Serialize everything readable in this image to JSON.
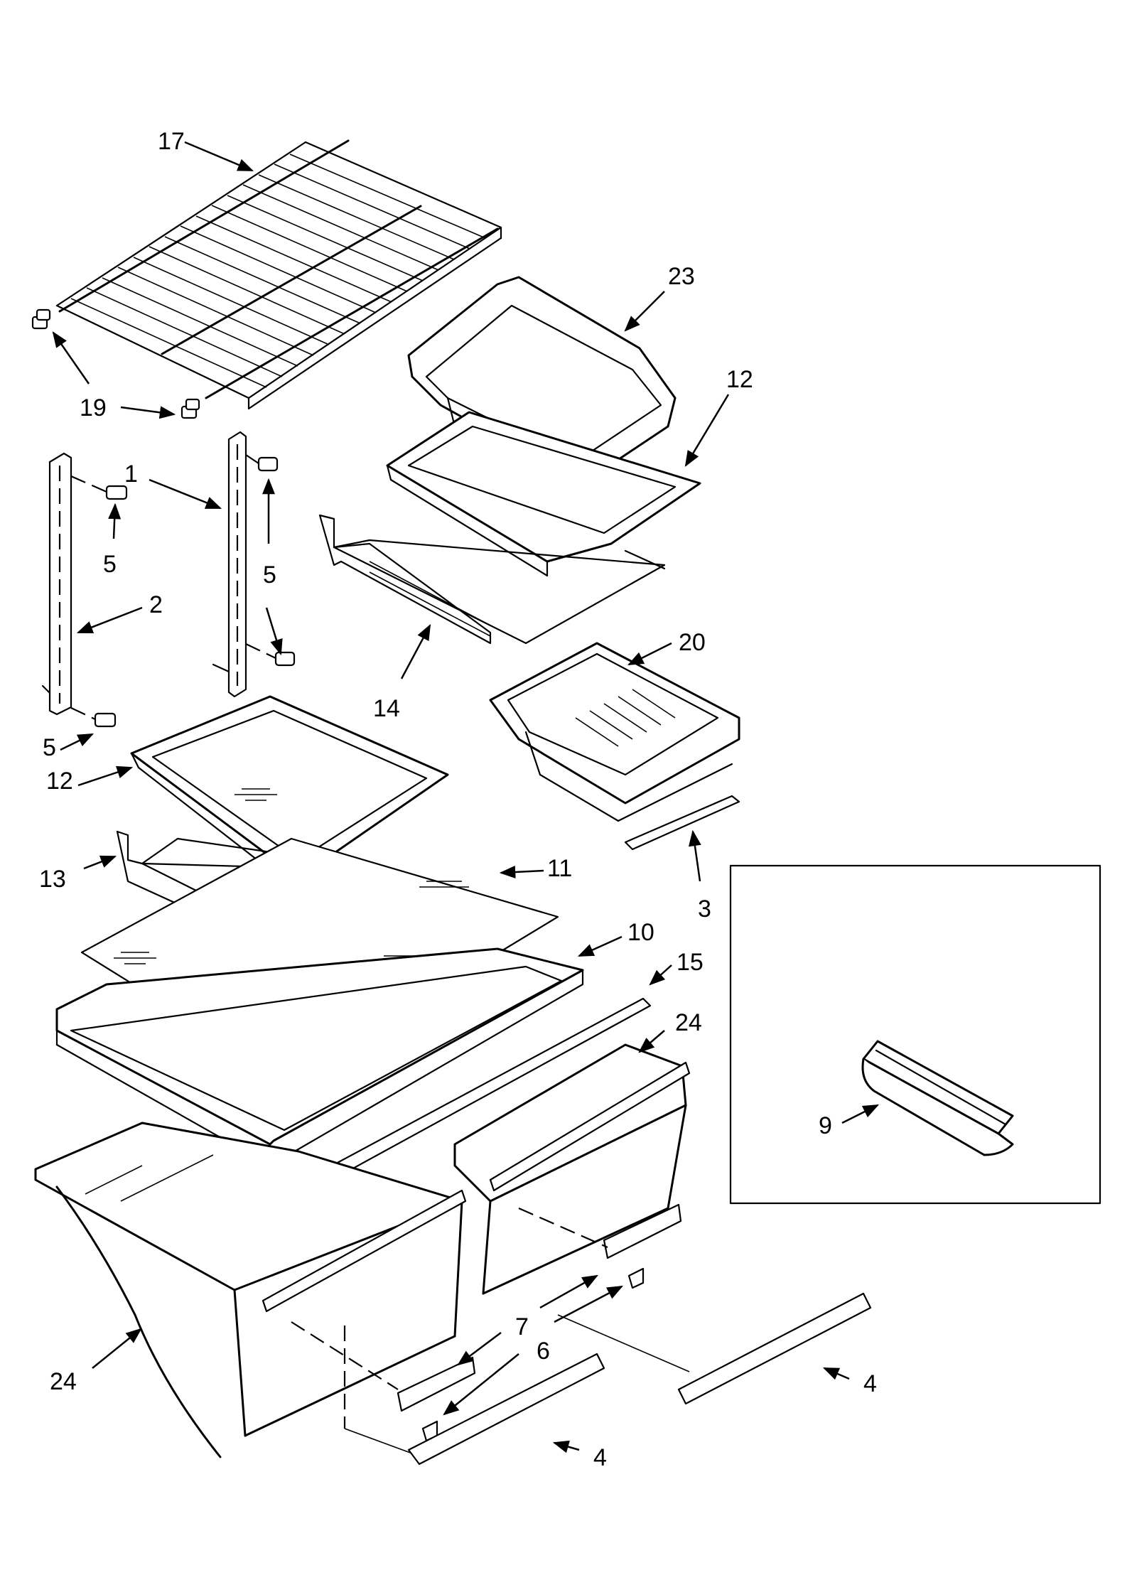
{
  "callouts": {
    "c17": "17",
    "c23": "23",
    "c12a": "12",
    "c19": "19",
    "c1": "1",
    "c5a": "5",
    "c5b": "5",
    "c2": "2",
    "c5c": "5",
    "c14": "14",
    "c20": "20",
    "c12b": "12",
    "c13": "13",
    "c11": "11",
    "c3": "3",
    "c10": "10",
    "c15": "15",
    "c24a": "24",
    "c9": "9",
    "c7": "7",
    "c6": "6",
    "c24b": "24",
    "c4a": "4",
    "c4b": "4"
  }
}
